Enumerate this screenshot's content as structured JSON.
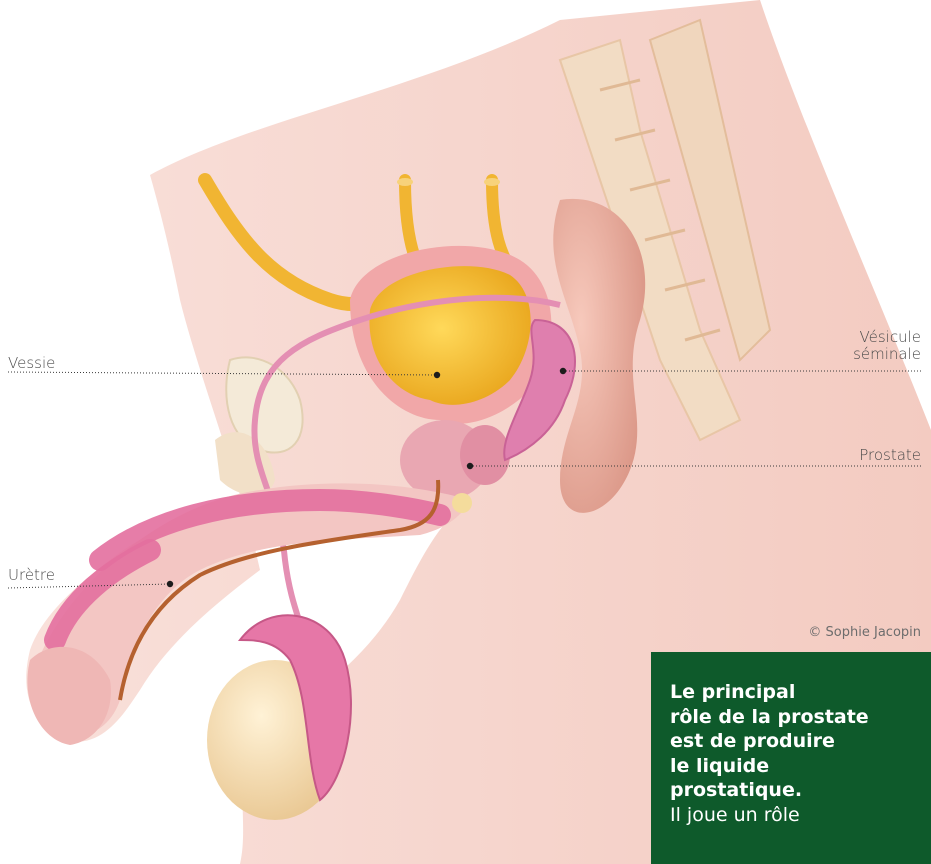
{
  "labels": {
    "vessie": "Vessie",
    "vesicule_line1": "Vésicule",
    "vesicule_line2": "séminale",
    "prostate": "Prostate",
    "uretre": "Urètre"
  },
  "credit": "© Sophie Jacopin",
  "panel": {
    "bold_lines": [
      "Le principal",
      "rôle de la prostate",
      "est de produire",
      "le liquide",
      "prostatique."
    ],
    "normal_line": "Il joue un rôle"
  },
  "colors": {
    "panel_bg": "#0e5a2b",
    "skin": "#f6d4cc",
    "bladder": "#f3b93a",
    "urethra_pink": "#e48fb3",
    "spine": "#f2dcc4"
  }
}
